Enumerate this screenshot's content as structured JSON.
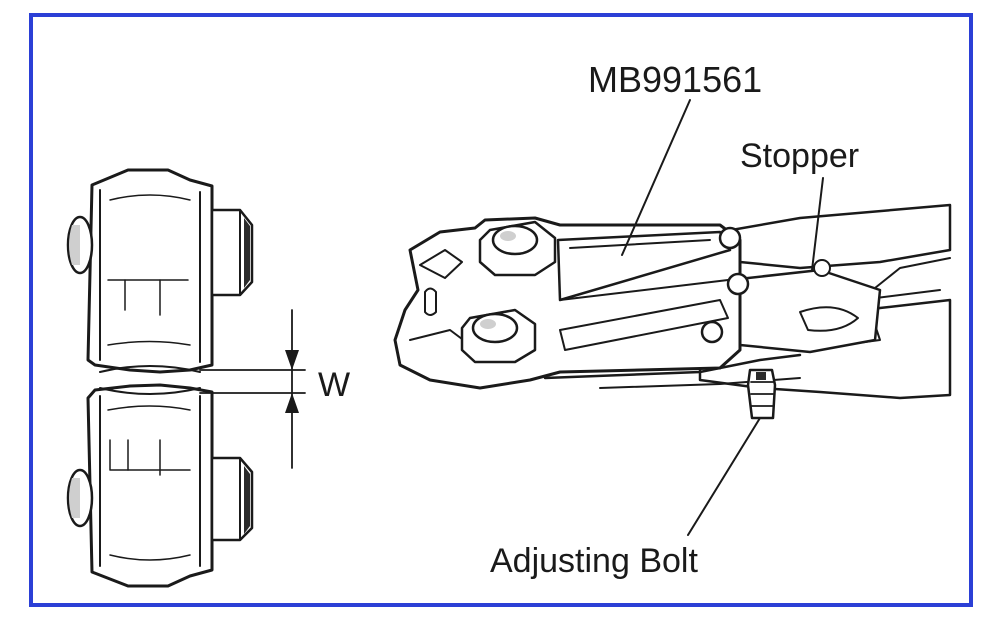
{
  "figure": {
    "border_color": "#2b3fd6",
    "labels": {
      "tool": "MB991561",
      "stopper": "Stopper",
      "dimension": "W",
      "adjusting_bolt": "Adjusting Bolt"
    }
  }
}
